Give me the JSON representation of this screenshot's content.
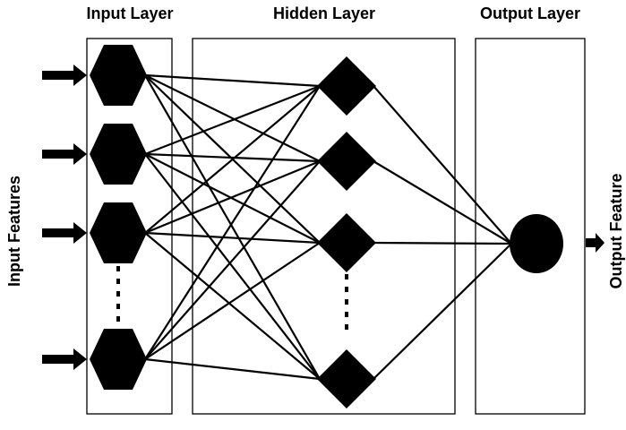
{
  "layers": {
    "input": {
      "title": "Input Layer",
      "node_shape": "hexagon",
      "visible_nodes": 4,
      "ellipsis": true
    },
    "hidden": {
      "title": "Hidden Layer",
      "node_shape": "diamond",
      "visible_nodes": 4,
      "ellipsis": true
    },
    "output": {
      "title": "Output Layer",
      "node_shape": "circle",
      "visible_nodes": 1
    }
  },
  "side_labels": {
    "left": "Input Features",
    "right": "Output Feature"
  },
  "connections": "fully-connected",
  "colors": {
    "node": "#000000",
    "background": "#ffffff"
  }
}
